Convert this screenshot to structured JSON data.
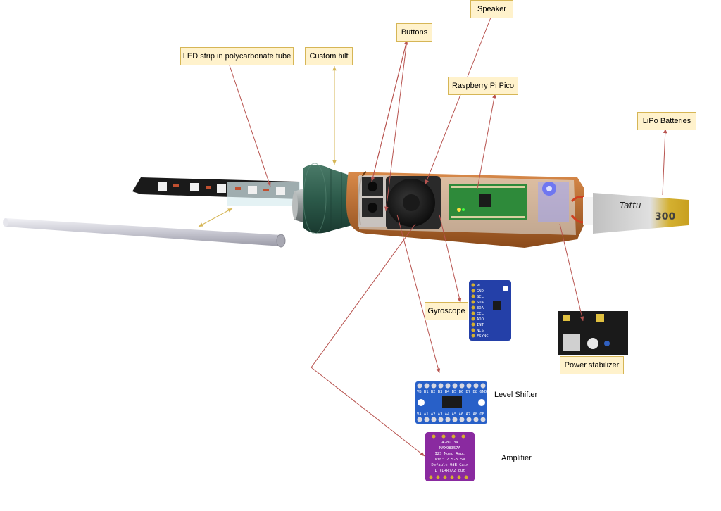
{
  "labels": {
    "led_strip": "LED strip in polycarbonate tube",
    "custom_hilt": "Custom hilt",
    "buttons": "Buttons",
    "speaker": "Speaker",
    "pico": "Raspberry Pi Pico",
    "lipo": "LiPo Batteries",
    "gyroscope": "Gyroscope",
    "power_stabilizer": "Power stabilizer",
    "level_shifter": "Level Shifter",
    "amplifier": "Amplifier"
  },
  "board_text": {
    "battery_capacity": "300",
    "battery_brand": "Tattu",
    "gyro_pins": [
      "VCC",
      "GND",
      "SCL",
      "SDA",
      "EDA",
      "ECL",
      "ADO",
      "INT",
      "NCS",
      "FSYNC"
    ],
    "shifter_top": "VB B1 B2 B3 B4 B5 B6 B7 B8 GND",
    "shifter_bottom": "VA A1 A2 A3 A4 A5 A6 A7 A8 OE",
    "amp_lines": [
      "4-8Ω 3W",
      "MAX98357A",
      "I2S Mono Amp.",
      "Vin: 2.5-5.5V",
      "Default 9dB Gain",
      "L (L+R)/2 out"
    ]
  },
  "colors": {
    "arrow_red": "#b85450",
    "arrow_gold": "#d6b656",
    "label_fill": "#fff2cc",
    "label_border": "#d6b656"
  }
}
